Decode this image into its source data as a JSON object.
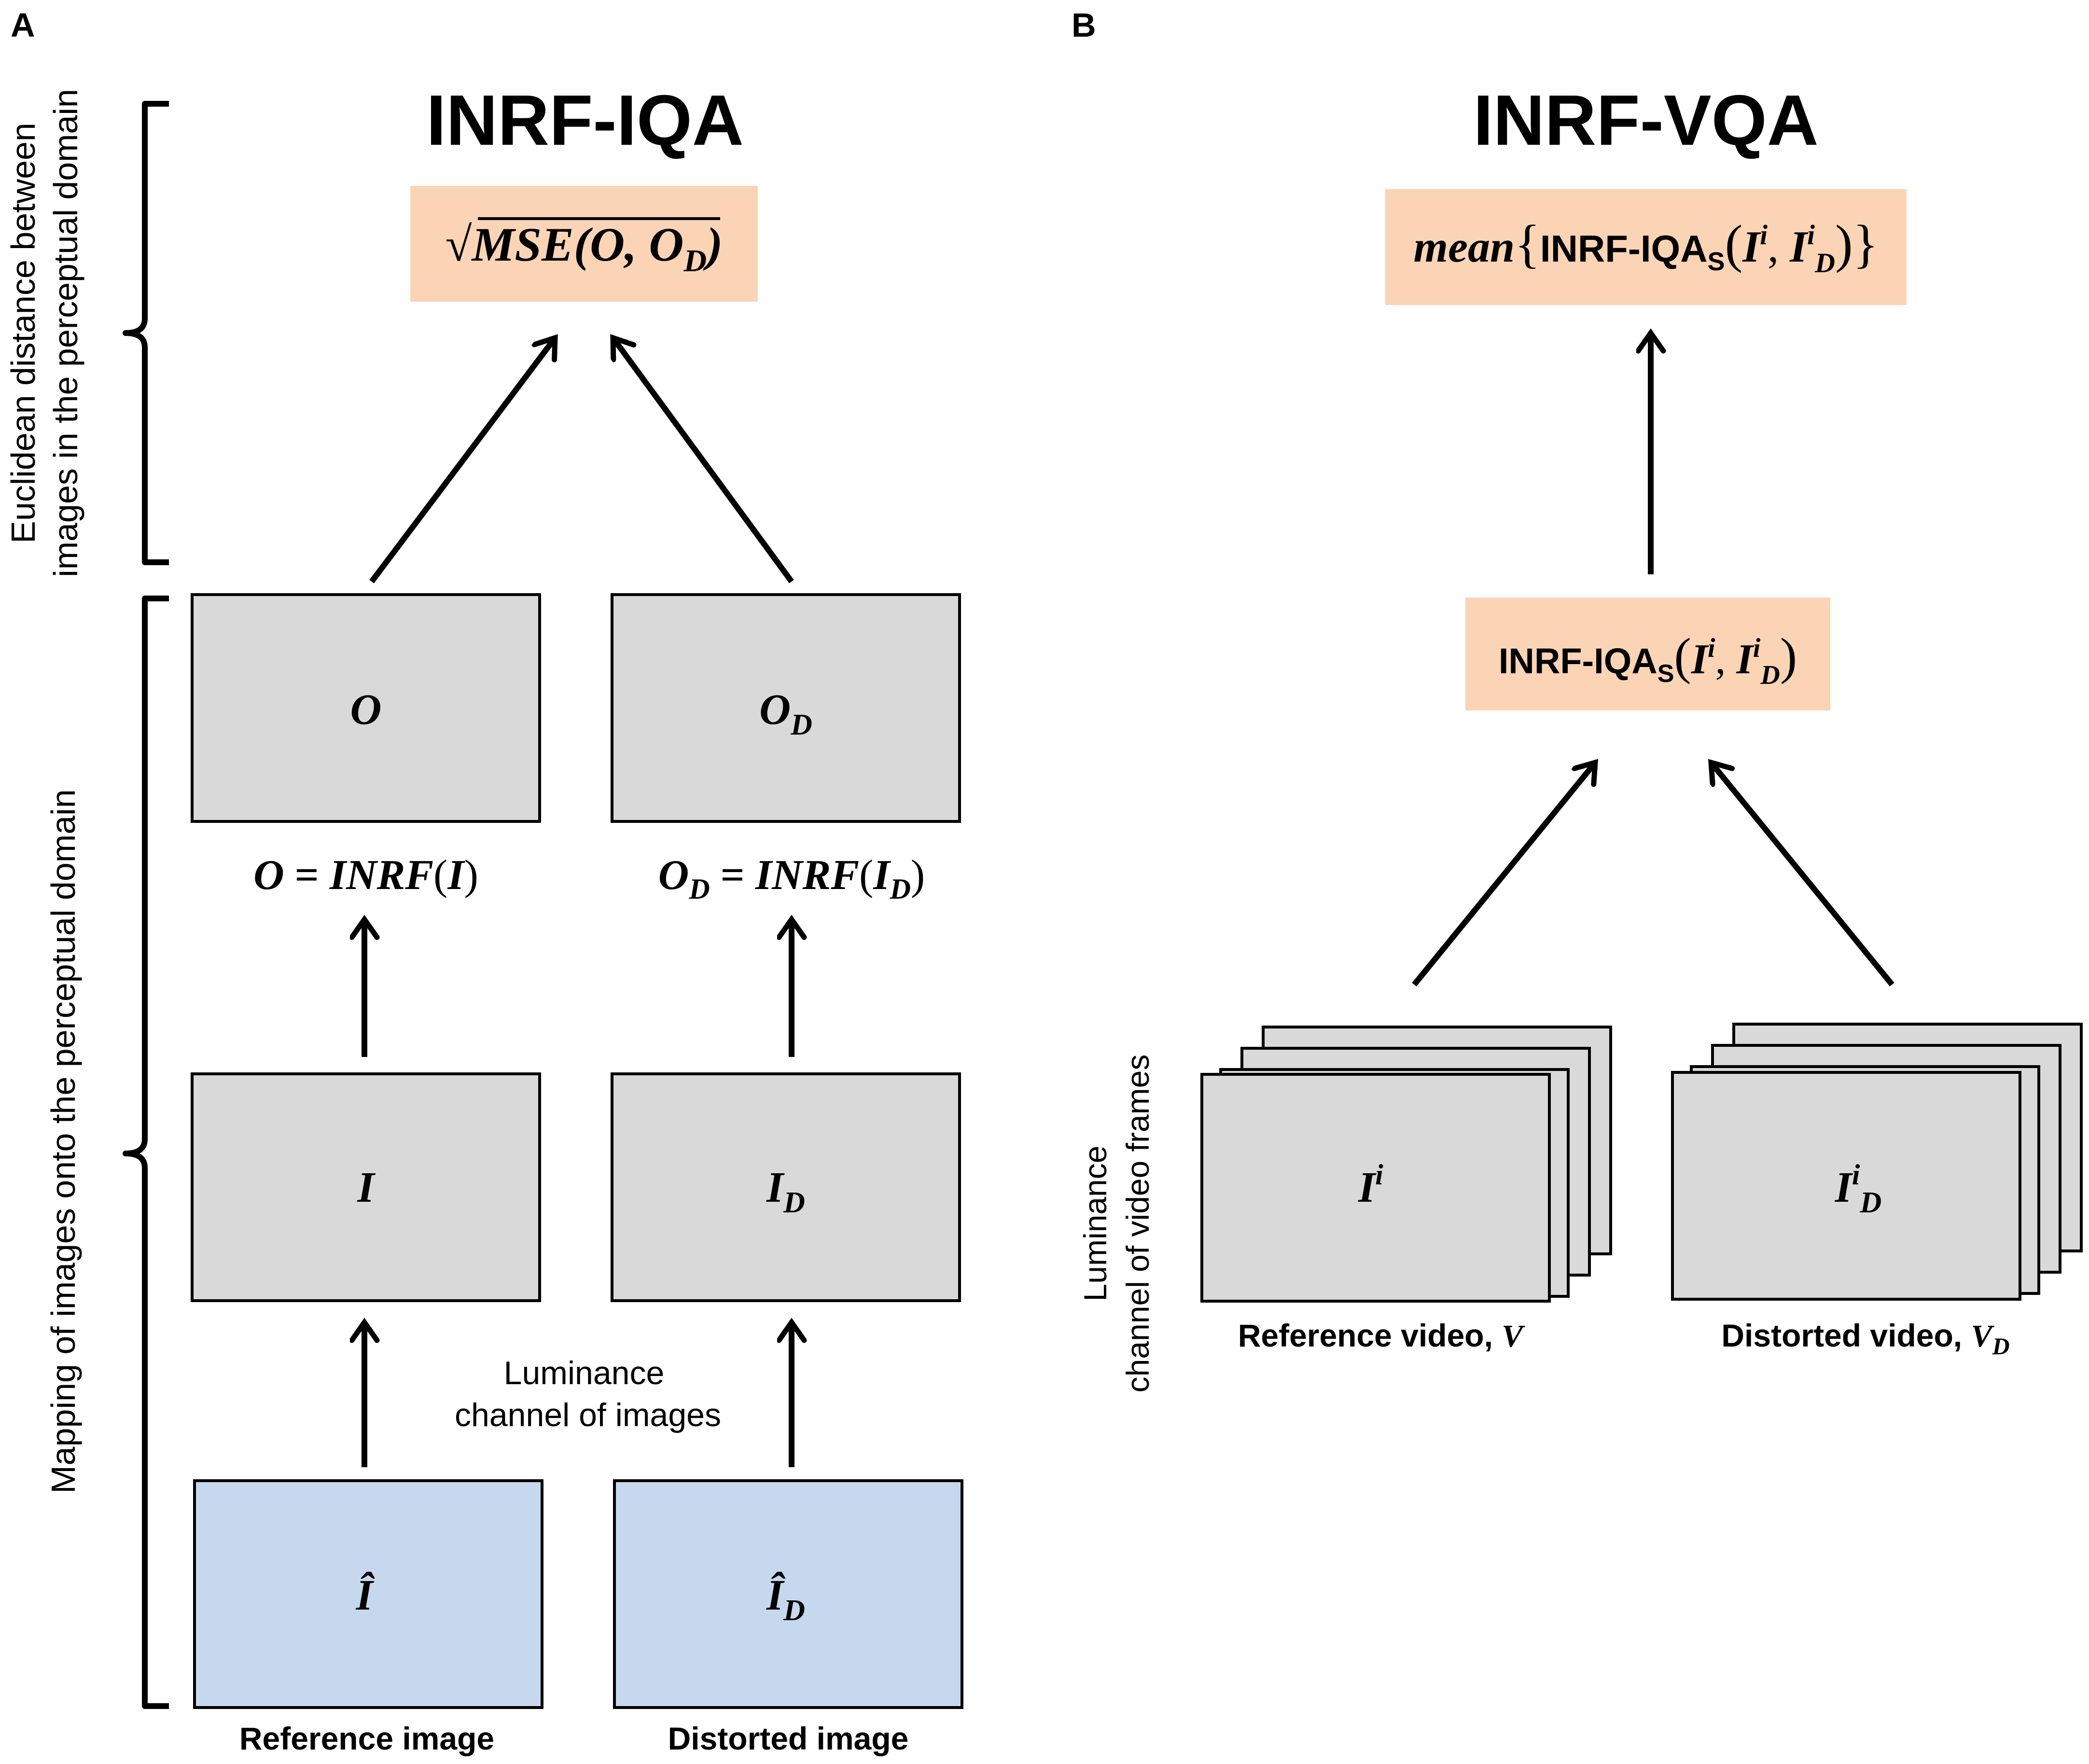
{
  "panel_a": {
    "label": "A",
    "title": "INRF-IQA",
    "metric": {
      "sqrt": "√",
      "func": "MSE",
      "open": "(",
      "arg1": "O",
      "comma": ", ",
      "arg2": "O",
      "arg2_sub": "D",
      "close": ")"
    },
    "bracket_upper_label_line1": "Euclidean distance between",
    "bracket_upper_label_line2": "images in the perceptual domain",
    "bracket_lower_label": "Mapping of images onto the perceptual domain",
    "box_o": {
      "main": "O"
    },
    "box_od": {
      "main": "O",
      "sub": "D"
    },
    "eq_o": {
      "lhs": "O",
      "eq": " = ",
      "func": "INRF",
      "open": "(",
      "arg": "I",
      "close": ")"
    },
    "eq_od": {
      "lhs": "O",
      "lhs_sub": "D",
      "eq": " = ",
      "func": "INRF",
      "open": "(",
      "arg": "I",
      "arg_sub": "D",
      "close": ")"
    },
    "box_i": {
      "main": "I"
    },
    "box_id": {
      "main": "I",
      "sub": "D"
    },
    "luminance_line1": "Luminance",
    "luminance_line2": "channel of images",
    "box_ihat": {
      "main": "Î"
    },
    "box_ihatd": {
      "main": "Î",
      "sub": "D"
    },
    "reference_caption": "Reference image",
    "distorted_caption": "Distorted image"
  },
  "panel_b": {
    "label": "B",
    "title": "INRF-VQA",
    "mean_expr": {
      "func": "mean",
      "lbrace": "{",
      "name": "INRF-IQA",
      "name_sub": "S",
      "open": "(",
      "arg1": "I",
      "arg1_sup": "i",
      "comma": ", ",
      "arg2": "I",
      "arg2_sup": "i",
      "arg2_sub": "D",
      "close": ")",
      "rbrace": "}"
    },
    "frame_expr": {
      "name": "INRF-IQA",
      "name_sub": "S",
      "open": "(",
      "arg1": "I",
      "arg1_sup": "i",
      "comma": ", ",
      "arg2": "I",
      "arg2_sup": "i",
      "arg2_sub": "D",
      "close": ")"
    },
    "video_label_line1": "Luminance",
    "video_label_line2": "channel of video frames",
    "ref_frame": {
      "main": "I",
      "sup": "i"
    },
    "dist_frame": {
      "main": "I",
      "sup": "i",
      "sub": "D"
    },
    "reference_caption": "Reference video, ",
    "reference_var": "V",
    "distorted_caption": "Distorted video, ",
    "distorted_var": "V",
    "distorted_var_sub": "D"
  },
  "colors": {
    "orange_box": "#fad4b5",
    "gray_box": "#d9d9d9",
    "blue_box": "#c6d8ee",
    "stroke": "#000000"
  }
}
